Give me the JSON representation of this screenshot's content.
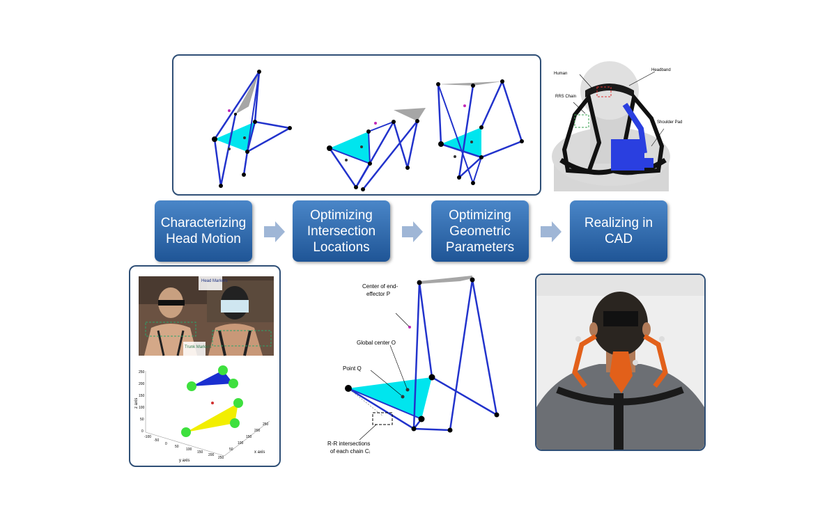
{
  "steps": [
    {
      "label": "Characterizing Head Motion"
    },
    {
      "label": "Optimizing Intersection Locations"
    },
    {
      "label": "Optimizing Geometric Parameters"
    },
    {
      "label": "Realizing in CAD"
    }
  ],
  "cad_labels": {
    "human": "Human",
    "headband": "Headband",
    "rrs_chain": "RRS Chain",
    "shoulder_pad": "Shoulder Pad"
  },
  "photo_labels": {
    "head_markers": "Head Markers",
    "trunk_markers": "Trunk Markers"
  },
  "plot3d_labels": {
    "z_axis": "z axis",
    "y_axis": "y axis",
    "x_axis": "x axis",
    "z_ticks": [
      "250",
      "200",
      "150",
      "100",
      "50",
      "0"
    ],
    "y_ticks": [
      "-100",
      "-50",
      "0",
      "50",
      "100",
      "150",
      "200",
      "250"
    ],
    "x_ticks": [
      "50",
      "100",
      "150",
      "200",
      "250"
    ]
  },
  "diagram_labels": {
    "center_p": "Center of end-effector P",
    "global_center": "Global center O",
    "point_q": "Point Q",
    "rr_intersections": "R-R intersections of each chain Cᵢ"
  },
  "colors": {
    "step_box": "#2a65a8",
    "frame_border": "#2f4f76",
    "link_blue": "#2233cc",
    "platform_cyan": "#00e5ee",
    "top_gray": "#a6a6a6",
    "arrow_fill": "#9fb6d6",
    "exo_orange": "#e2601a"
  }
}
